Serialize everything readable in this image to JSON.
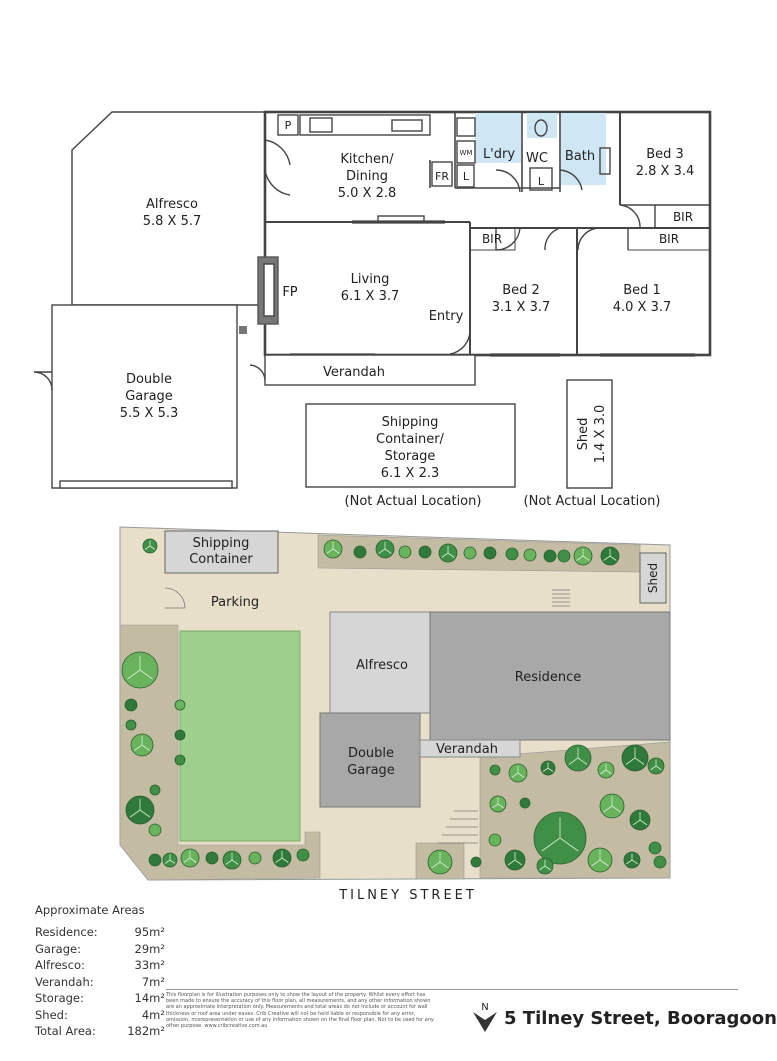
{
  "floorplan": {
    "alfresco": {
      "name": "Alfresco",
      "dims": "5.8 X 5.7"
    },
    "kitchen": {
      "name1": "Kitchen/",
      "name2": "Dining",
      "dims": "5.0 X 2.8"
    },
    "living": {
      "name": "Living",
      "dims": "6.1 X 3.7"
    },
    "fp": "FP",
    "pantry": "P",
    "laundry": "L'dry",
    "wm": "WM",
    "fr": "FR",
    "linen": "L",
    "wc": "WC",
    "bath": "Bath",
    "bed3": {
      "name": "Bed 3",
      "dims": "2.8 X 3.4"
    },
    "bed2": {
      "name": "Bed 2",
      "dims": "3.1 X 3.7"
    },
    "bed1": {
      "name": "Bed 1",
      "dims": "4.0 X 3.7"
    },
    "bir": "BIR",
    "entry": "Entry",
    "garage": {
      "name1": "Double",
      "name2": "Garage",
      "dims": "5.5 X 5.3"
    },
    "verandah": "Verandah",
    "container": {
      "name1": "Shipping",
      "name2": "Container/",
      "name3": "Storage",
      "dims": "6.1 X 2.3"
    },
    "shed": {
      "name": "Shed",
      "dims": "1.4 X 3.0"
    },
    "not_actual": "(Not Actual Location)"
  },
  "siteplan": {
    "shipping1": "Shipping",
    "shipping2": "Container",
    "parking": "Parking",
    "alfresco": "Alfresco",
    "residence": "Residence",
    "garage1": "Double",
    "garage2": "Garage",
    "verandah": "Verandah",
    "shed": "Shed",
    "street": "TILNEY STREET"
  },
  "areas": {
    "title": "Approximate Areas",
    "rows": [
      {
        "label": "Residence:",
        "value": "95m²"
      },
      {
        "label": "Garage:",
        "value": "29m²"
      },
      {
        "label": "Alfresco:",
        "value": "33m²"
      },
      {
        "label": "Verandah:",
        "value": "7m²"
      },
      {
        "label": "Storage:",
        "value": "14m²"
      },
      {
        "label": "Shed:",
        "value": "4m²"
      },
      {
        "label": "Total Area:",
        "value": "182m²"
      }
    ]
  },
  "disclaimer": "This floorplan is for illustration purposes only to show the layout of the property. Whilst every effort has been made to ensure the accuracy of this floor plan, all measurements, and any other information shown are an approximate interpretation only. Measurements and total areas do not include or account for wall thickness or roof area under eaves. Crib Creative will not be held liable or responsible for any error, omission, misrepresentation or use of any information shown on the final floor plan. Not to be used for any other purpose. www.cribcreative.com.au",
  "compass": "N",
  "address": "5 Tilney Street, Booragoon"
}
